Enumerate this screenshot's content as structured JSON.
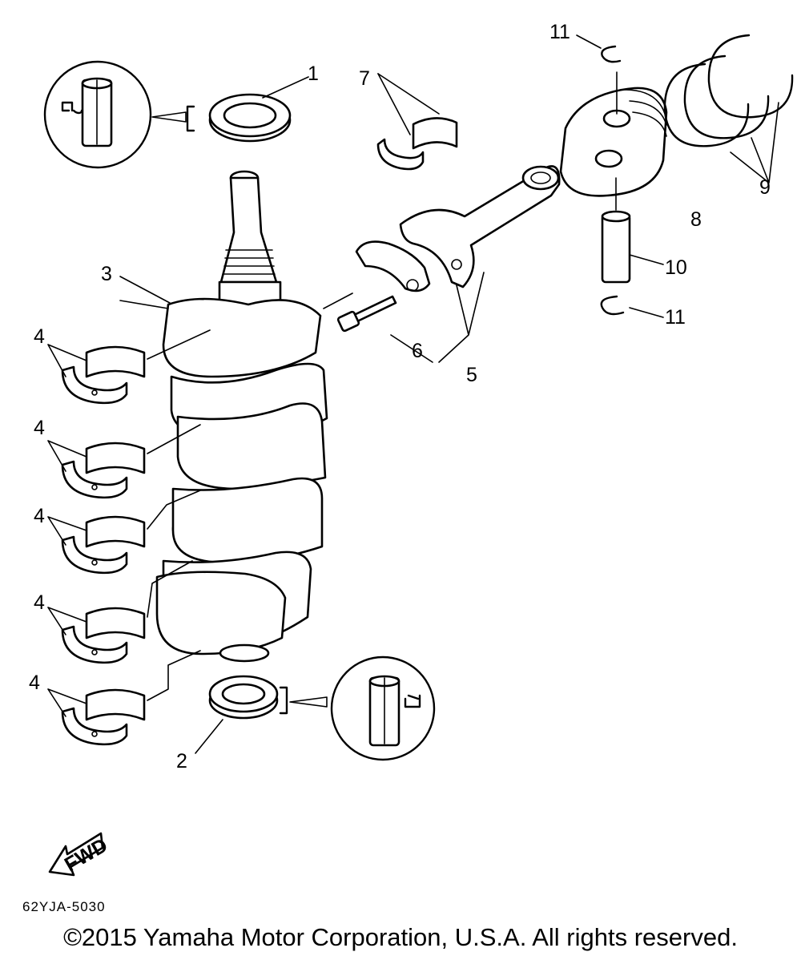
{
  "callouts": [
    {
      "id": "1",
      "label": "1"
    },
    {
      "id": "2",
      "label": "2"
    },
    {
      "id": "3",
      "label": "3"
    },
    {
      "id": "4",
      "label": "4"
    },
    {
      "id": "5",
      "label": "5"
    },
    {
      "id": "6",
      "label": "6"
    },
    {
      "id": "7",
      "label": "7"
    },
    {
      "id": "8",
      "label": "8"
    },
    {
      "id": "9",
      "label": "9"
    },
    {
      "id": "10",
      "label": "10"
    },
    {
      "id": "11",
      "label": "11"
    }
  ],
  "fwd_label": "FWD",
  "diagram_code": "62YJA-5030",
  "copyright": "©2015 Yamaha Motor Corporation, U.S.A. All rights reserved."
}
